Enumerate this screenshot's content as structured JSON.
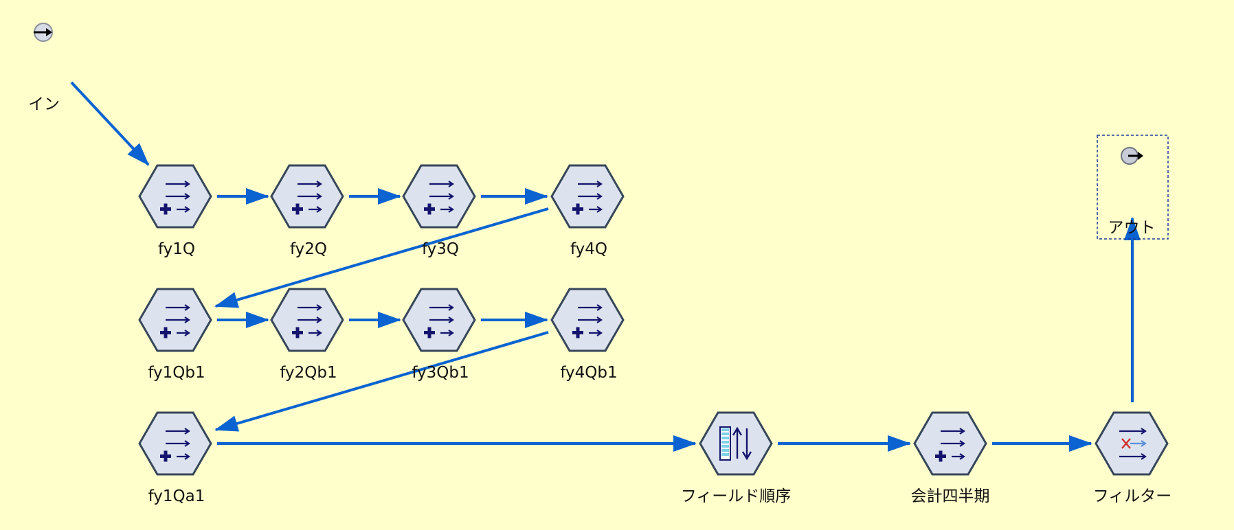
{
  "colors": {
    "background": "#ffffcc",
    "edge": "#0a63d1",
    "hex_fill": "#dde3ee",
    "hex_stroke": "#37475a",
    "glyph": "#14146e",
    "filter_x": "#d0302a"
  },
  "nodes": {
    "in": {
      "label": "イン",
      "icon": "input-terminal-icon"
    },
    "fy1Q": {
      "label": "fy1Q",
      "icon": "derive-icon"
    },
    "fy2Q": {
      "label": "fy2Q",
      "icon": "derive-icon"
    },
    "fy3Q": {
      "label": "fy3Q",
      "icon": "derive-icon"
    },
    "fy4Q": {
      "label": "fy4Q",
      "icon": "derive-icon"
    },
    "fy1Qb1": {
      "label": "fy1Qb1",
      "icon": "derive-icon"
    },
    "fy2Qb1": {
      "label": "fy2Qb1",
      "icon": "derive-icon"
    },
    "fy3Qb1": {
      "label": "fy3Qb1",
      "icon": "derive-icon"
    },
    "fy4Qb1": {
      "label": "fy4Qb1",
      "icon": "derive-icon"
    },
    "fy1Qa1": {
      "label": "fy1Qa1",
      "icon": "derive-icon"
    },
    "fieldorder": {
      "label": "フィールド順序",
      "icon": "field-reorder-icon"
    },
    "fiscal": {
      "label": "会計四半期",
      "icon": "derive-icon"
    },
    "filter": {
      "label": "フィルター",
      "icon": "filter-icon"
    },
    "out": {
      "label": "アウト",
      "icon": "output-terminal-icon"
    }
  }
}
